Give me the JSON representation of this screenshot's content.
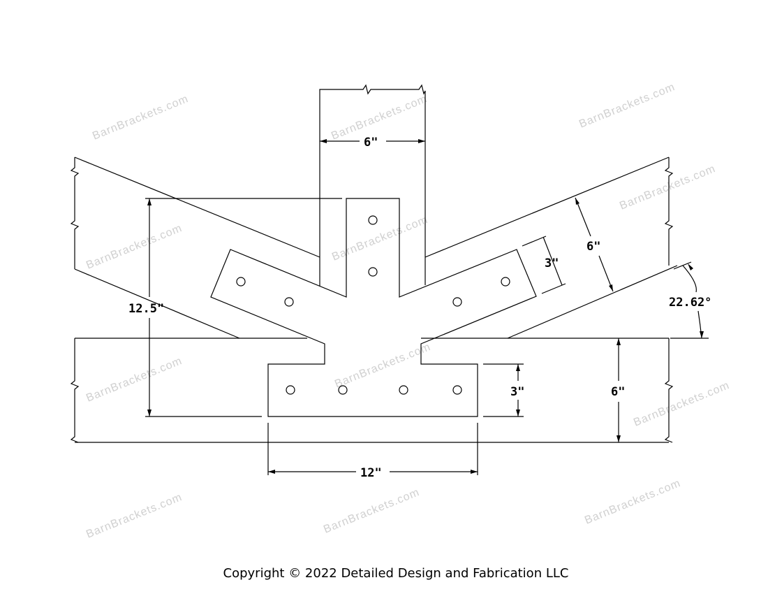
{
  "watermark": "BarnBrackets.com",
  "dimensions": {
    "post_width": "6\"",
    "bracket_height": "12.5\"",
    "arm_width": "3\"",
    "rafter_depth": "6\"",
    "angle": "22.62°",
    "bottom_leg_width": "3\"",
    "beam_depth": "6\"",
    "bottom_length": "12\""
  },
  "copyright": "Copyright © 2022 Detailed Design and Fabrication LLC"
}
